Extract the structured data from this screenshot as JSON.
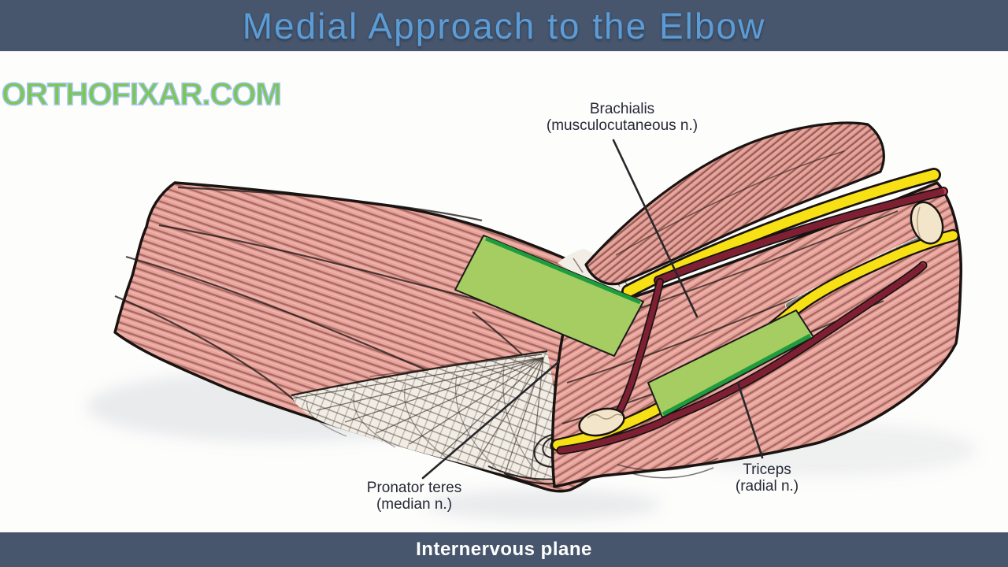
{
  "slide": {
    "title": "Medial Approach to the Elbow",
    "footer_caption": "Internervous plane",
    "watermark": "ORTHOFIXAR.COM"
  },
  "figure": {
    "description": "Medial view of a flexed elbow: anatomical illustration showing the internervous plane (green highlighted planes) between pronator teres (median nerve), brachialis (musculocutaneous nerve) and triceps (radial nerve), with yellow nerves, red vessels and cut bone ends",
    "labels": {
      "brachialis": {
        "line1": "Brachialis",
        "line2": "(musculocutaneous n.)"
      },
      "pronator_teres": {
        "line1": "Pronator teres",
        "line2": "(median n.)"
      },
      "triceps": {
        "line1": "Triceps",
        "line2": "(radial n.)"
      }
    },
    "colors": {
      "banner_bg": "#47566D",
      "title_text": "#5C9CD6",
      "footer_text": "#FFFFFF",
      "watermark_green": "#7CC653",
      "watermark_outline": "#A3C4E8",
      "muscle_pink": "#E8A29A",
      "nerve_yellow": "#F7E114",
      "artery_red": "#C93A52",
      "plane_green": "#A5CD62",
      "plane_green_edge": "#1F9C3D",
      "bone_cream": "#F3E5C9",
      "label_text": "#262837"
    }
  }
}
